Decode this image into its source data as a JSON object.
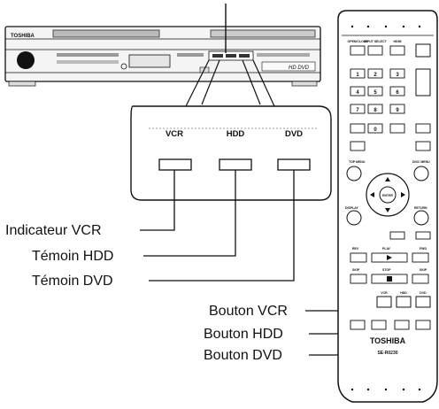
{
  "player": {
    "brand": "TOSHIBA",
    "hd_logo": "HD DVD"
  },
  "panel": {
    "labels": [
      "VCR",
      "HDD",
      "DVD"
    ]
  },
  "callouts": {
    "vcr_indicator": "Indicateur VCR",
    "hdd_indicator": "Témoin HDD",
    "dvd_indicator": "Témoin DVD",
    "vcr_button": "Bouton VCR",
    "hdd_button": "Bouton HDD",
    "dvd_button": "Bouton DVD"
  },
  "remote": {
    "brand": "TOSHIBA",
    "model": "SE-R0230",
    "top_labels": [
      "OPEN/CLOSE",
      "INPUT SELECT",
      "HDMI"
    ],
    "row_labels": [
      "TOP MENU",
      "DISC MENU",
      "DISPLAY",
      "RETURN",
      "ENTER"
    ],
    "digits": [
      "1",
      "2",
      "3",
      "4",
      "5",
      "6",
      "7",
      "8",
      "9",
      "0"
    ],
    "source_labels": [
      "VCR",
      "HDD",
      "DVD"
    ],
    "transport_labels": [
      "REV",
      "PLAY",
      "FWD",
      "SKIP",
      "STOP",
      "SKIP"
    ]
  }
}
